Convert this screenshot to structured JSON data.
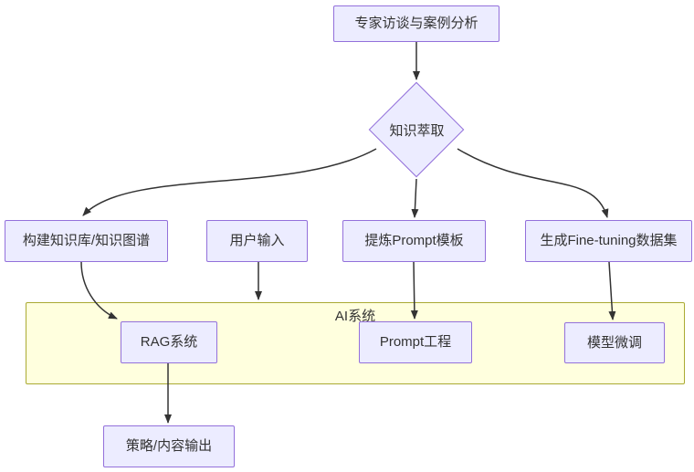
{
  "diagram": {
    "type": "flowchart",
    "direction": "top-down",
    "nodes": {
      "expert": {
        "label": "专家访谈与案例分析",
        "shape": "rect"
      },
      "extract": {
        "label": "知识萃取",
        "shape": "diamond"
      },
      "kb": {
        "label": "构建知识库/知识图谱",
        "shape": "rect"
      },
      "user_input": {
        "label": "用户输入",
        "shape": "rect"
      },
      "prompt_template": {
        "label": "提炼Prompt模板",
        "shape": "rect"
      },
      "finetune_data": {
        "label": "生成Fine-tuning数据集",
        "shape": "rect"
      },
      "rag": {
        "label": "RAG系统",
        "shape": "rect"
      },
      "prompt_eng": {
        "label": "Prompt工程",
        "shape": "rect"
      },
      "model_ft": {
        "label": "模型微调",
        "shape": "rect"
      },
      "output": {
        "label": "策略/内容输出",
        "shape": "rect"
      }
    },
    "cluster": {
      "label": "AI系统"
    },
    "edges": [
      {
        "from": "专家访谈与案例分析",
        "to": "知识萃取"
      },
      {
        "from": "知识萃取",
        "to": "构建知识库/知识图谱"
      },
      {
        "from": "知识萃取",
        "to": "提炼Prompt模板"
      },
      {
        "from": "知识萃取",
        "to": "生成Fine-tuning数据集"
      },
      {
        "from": "构建知识库/知识图谱",
        "to": "RAG系统"
      },
      {
        "from": "用户输入",
        "to": "AI系统"
      },
      {
        "from": "提炼Prompt模板",
        "to": "Prompt工程"
      },
      {
        "from": "生成Fine-tuning数据集",
        "to": "模型微调"
      },
      {
        "from": "RAG系统",
        "to": "策略/内容输出"
      }
    ],
    "colors": {
      "node_fill": "#ECECFF",
      "node_border": "#9370DB",
      "cluster_fill": "#FFFFDE",
      "cluster_border": "#AAAA33",
      "edge": "#333333",
      "text": "#333333",
      "background": "#FFFFFF"
    }
  }
}
